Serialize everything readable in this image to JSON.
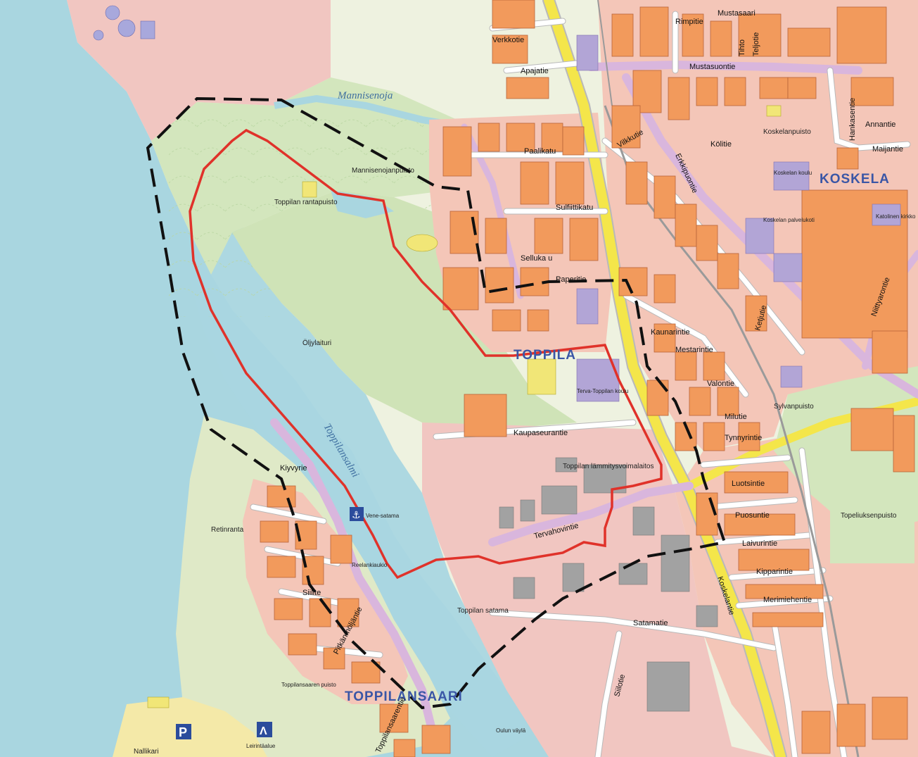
{
  "map": {
    "colors": {
      "water": "#a9d6e0",
      "park": "#d3e6bd",
      "residential": "#f4c6b8",
      "industrial": "#f1c6c1",
      "building": "#f29a5c",
      "major_road": "#f4e64a",
      "planning_boundary": "#e0322a",
      "district_boundary": "#111111"
    },
    "districts": {
      "toppila": "TOPPILA",
      "koskela": "KOSKELA",
      "toppilansaari": "TOPPILANSAARI"
    },
    "water_labels": {
      "channel": "Toppilansalmi",
      "stream": "Mannisenoja"
    },
    "places": [
      "Toppilan rantapuisto",
      "Mannisenojanpuisto",
      "Öljylaituri",
      "Toppilan satama",
      "Retinranta",
      "Toppilansaaren puisto",
      "Nallikari",
      "Leirintäalue",
      "Toppilan lämmitysvoimalaitos",
      "Koskelanpuisto",
      "Topeliuksenpuisto",
      "Sylvanpuisto",
      "Vene-satama",
      "Reelankiaukio",
      "Oulun väylä"
    ],
    "streets": [
      "Mustasaari",
      "Verkkotie",
      "Apajatie",
      "Mustasuontie",
      "Rimpitie",
      "Teljotie",
      "Tihto",
      "Hankasentie",
      "Annantie",
      "Maijantie",
      "Paalikatu",
      "Sulfiittikatu",
      "Selluka u",
      "Paperitie",
      "Vilkkutie",
      "Kölitie",
      "Erkkipuontie",
      "Koskelantie",
      "Kaunarintie",
      "Mestarintie",
      "Valontie",
      "Milutie",
      "Tynnyrintie",
      "Kaupaseurantie",
      "Tervahovintie",
      "Luotsintie",
      "Puosuntie",
      "Laivurintie",
      "Kipparintie",
      "Merimiehentie",
      "Satamatie",
      "Siilotie",
      "Pitkänmöljäntie",
      "Kiyvyrie",
      "Siilite",
      "Toppilansaarentie",
      "Niittyarontie",
      "Ketjutie"
    ],
    "pois": {
      "parking_icon": "P",
      "camp_icon": "Λ",
      "harbour_icon": "⚓"
    },
    "buildings": {
      "koskelan_koulu": "Koskelan koulu",
      "terva_toppilan_koulu": "Terva-Toppilan koulu",
      "koskelan_palvelukoti": "Koskelan palvelukoti",
      "kirkko": "Katolinen kirkko"
    }
  }
}
